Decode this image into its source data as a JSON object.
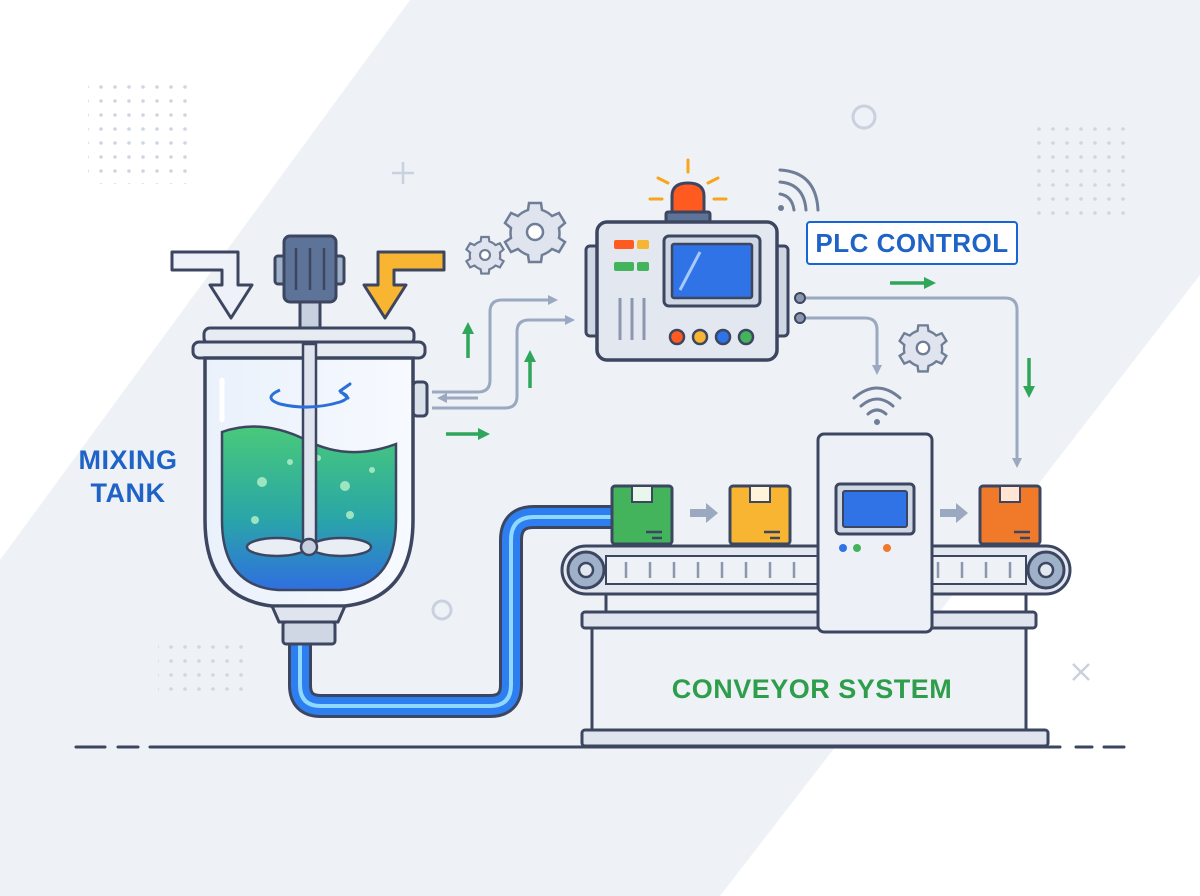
{
  "labels": {
    "mixing_tank_line1": "MIXING",
    "mixing_tank_line2": "TANK",
    "plc_control": "PLC CONTROL",
    "conveyor_system": "CONVEYOR SYSTEM"
  },
  "colors": {
    "blue_label": "#1f63c6",
    "green_label": "#2e9e4d",
    "outline": "#3d4660",
    "panel_grey": "#dfe4ee",
    "pipe_blue": "#2d7ef0",
    "liquid_green": "#3fc27a",
    "liquid_blue": "#2f78e6",
    "box_green": "#43b35c",
    "box_yellow": "#f7b531",
    "box_orange": "#f07a2a",
    "beacon": "#ff5a1f",
    "flow_arrow_green": "#2fa65a",
    "signal_line": "#9aa9c0"
  },
  "icons": [
    "mixer-motor-icon",
    "inlet-arrow-icon",
    "gear-icon",
    "wifi-signal-icon",
    "warning-beacon-icon",
    "package-box-icon",
    "rotation-arrow-icon"
  ]
}
